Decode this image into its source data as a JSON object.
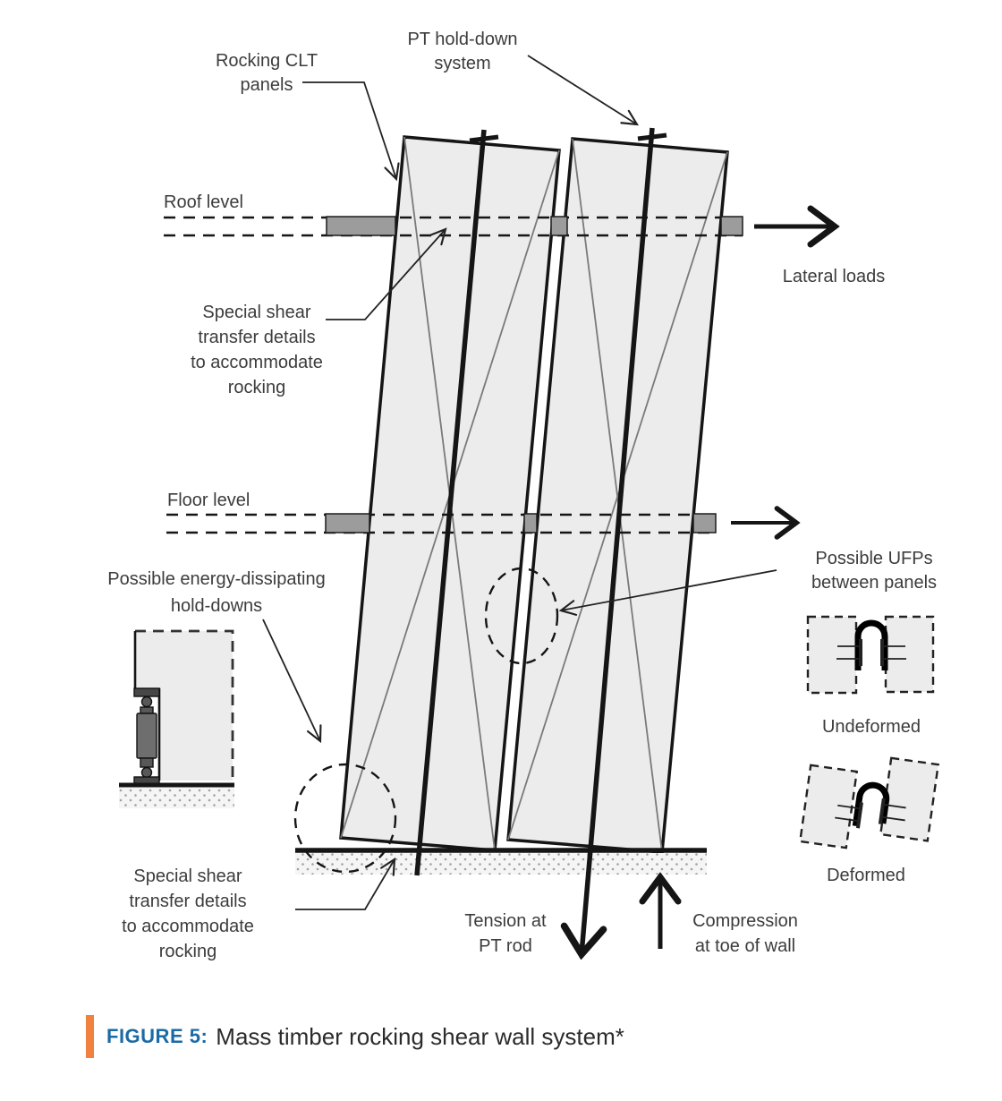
{
  "figure": {
    "label": "FIGURE 5:",
    "title": "Mass timber rocking shear wall system*"
  },
  "labels": {
    "rocking_clt": {
      "lines": [
        "Rocking CLT",
        "panels"
      ]
    },
    "pt_hold_down": {
      "lines": [
        "PT hold-down",
        "system"
      ]
    },
    "roof_level": "Roof level",
    "lateral_loads": "Lateral loads",
    "shear_transfer_upper": {
      "lines": [
        "Special shear",
        "transfer details",
        "to accommodate",
        "rocking"
      ]
    },
    "floor_level": "Floor level",
    "energy_dissipating": {
      "lines": [
        "Possible energy-dissipating",
        "hold-downs"
      ]
    },
    "possible_ufps": {
      "lines": [
        "Possible UFPs",
        "between panels"
      ]
    },
    "shear_transfer_lower": {
      "lines": [
        "Special shear",
        "transfer details",
        "to accommodate",
        "rocking"
      ]
    },
    "tension": {
      "lines": [
        "Tension at",
        "PT rod"
      ]
    },
    "compression": {
      "lines": [
        "Compression",
        "at toe of wall"
      ]
    },
    "undeformed": "Undeformed",
    "deformed": "Deformed"
  },
  "colors": {
    "panel_fill": "#ECECEC",
    "connector_fill": "#9C9C9C",
    "ink": "#151515",
    "diagonal_gray": "#7A7A7A",
    "figure_label_blue": "#1A6AA5",
    "accent_orange": "#F0813F"
  }
}
